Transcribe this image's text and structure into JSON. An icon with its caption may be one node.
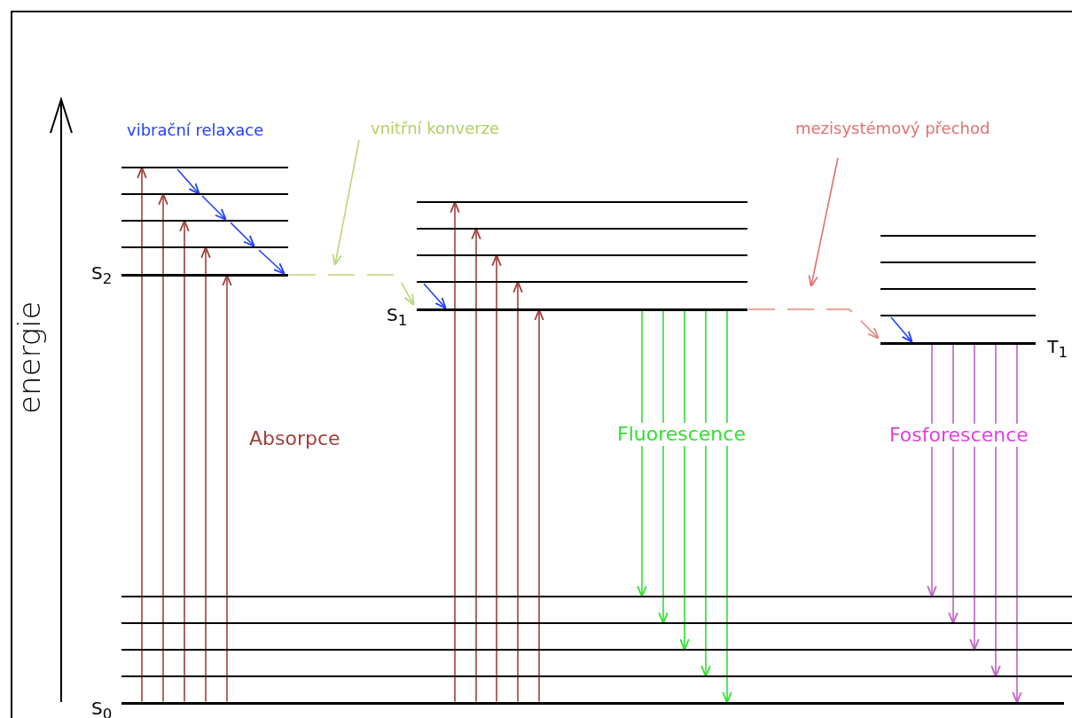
{
  "diagram": {
    "nodes": [
      {
        "text": [
          "vnitřní konverze"
        ]
      },
      {
        "text": [
          "mezisystémový přechod"
        ]
      },
      {
        "text": [],
        "shape": "line"
      },
      {
        "text": [],
        "shape": "line"
      },
      {
        "text": [],
        "shape": "line"
      },
      {
        "text": [],
        "shape": "line"
      },
      {
        "text": [
          "S$_{2}$"
        ]
      },
      {
        "text": [],
        "shape": "line"
      },
      {
        "text": [],
        "shape": "line"
      },
      {
        "text": [],
        "shape": "line"
      },
      {
        "text": [],
        "shape": "line"
      },
      {
        "text": [
          "S$_{1}$"
        ]
      },
      {
        "text": [],
        "shape": "line"
      },
      {
        "text": [],
        "shape": "line"
      },
      {
        "text": [],
        "shape": "line"
      },
      {
        "text": [],
        "shape": "line"
      },
      {
        "text": [
          "T$_{1}$"
        ]
      },
      {
        "text": [],
        "shape": "line"
      },
      {
        "text": [],
        "shape": "line"
      },
      {
        "text": [],
        "shape": "line"
      },
      {
        "text": [],
        "shape": "line"
      },
      {
        "text": [
          "S$_{0}$"
        ]
      }
    ],
    "edges": [
      {
        "from": 21,
        "to": 2,
        "arrow": "to"
      },
      {
        "from": 21,
        "to": 3,
        "arrow": "to"
      },
      {
        "from": 21,
        "to": 4,
        "arrow": "to"
      },
      {
        "from": 21,
        "to": 5,
        "arrow": "to"
      },
      {
        "from": 21,
        "to": 6,
        "arrow": "to"
      },
      {
        "from": 21,
        "to": 7,
        "arrow": "to"
      },
      {
        "from": 21,
        "to": 8,
        "arrow": "to"
      },
      {
        "from": 21,
        "to": 9,
        "arrow": "to"
      },
      {
        "from": 21,
        "to": 10,
        "arrow": "to"
      },
      {
        "from": 21,
        "to": 11,
        "arrow": "to"
      },
      {
        "from": 2,
        "to": 3,
        "arrow": "to",
        "color": "#2040ff"
      },
      {
        "from": 3,
        "to": 4,
        "arrow": "to",
        "color": "#2040ff"
      },
      {
        "from": 4,
        "to": 5,
        "arrow": "to",
        "color": "#2040ff"
      },
      {
        "from": 5,
        "to": 6,
        "arrow": "to",
        "color": "#2040ff"
      },
      {
        "from": 10,
        "to": 11,
        "arrow": "to",
        "color": "#2040ff"
      },
      {
        "from": 15,
        "to": 16,
        "arrow": "to",
        "color": "#2040ff"
      },
      {
        "from": 6,
        "to": 11,
        "arrow": "to",
        "style": "dashed",
        "color": "#b8d878"
      },
      {
        "from": 11,
        "to": 16,
        "arrow": "to",
        "style": "dashed",
        "color": "#e08880"
      },
      {
        "from": 11,
        "to": 17,
        "arrow": "to",
        "color": "#30e030"
      },
      {
        "from": 11,
        "to": 18,
        "arrow": "to",
        "color": "#30e030"
      },
      {
        "from": 11,
        "to": 19,
        "arrow": "to",
        "color": "#30e030"
      },
      {
        "from": 11,
        "to": 20,
        "arrow": "to",
        "color": "#30e030"
      },
      {
        "from": 11,
        "to": 21,
        "arrow": "to",
        "color": "#30e030"
      },
      {
        "from": 16,
        "to": 17,
        "arrow": "to",
        "color": "#c060c8"
      },
      {
        "from": 16,
        "to": 18,
        "arrow": "to",
        "color": "#c060c8"
      },
      {
        "from": 16,
        "to": 19,
        "arrow": "to",
        "color": "#c060c8"
      },
      {
        "from": 16,
        "to": 20,
        "arrow": "to",
        "color": "#c060c8"
      },
      {
        "from": 16,
        "to": 21,
        "arrow": "to",
        "color": "#c060c8"
      },
      {
        "from": 0,
        "to": null,
        "arrow": "to",
        "color": "#b8d878"
      },
      {
        "from": 1,
        "to": null,
        "arrow": "to",
        "color": "#e07070"
      }
    ],
    "labels": [
      "vibrační relaxace",
      "energie",
      "Absorpce",
      "Fluorescence",
      "Fosforescence"
    ]
  }
}
